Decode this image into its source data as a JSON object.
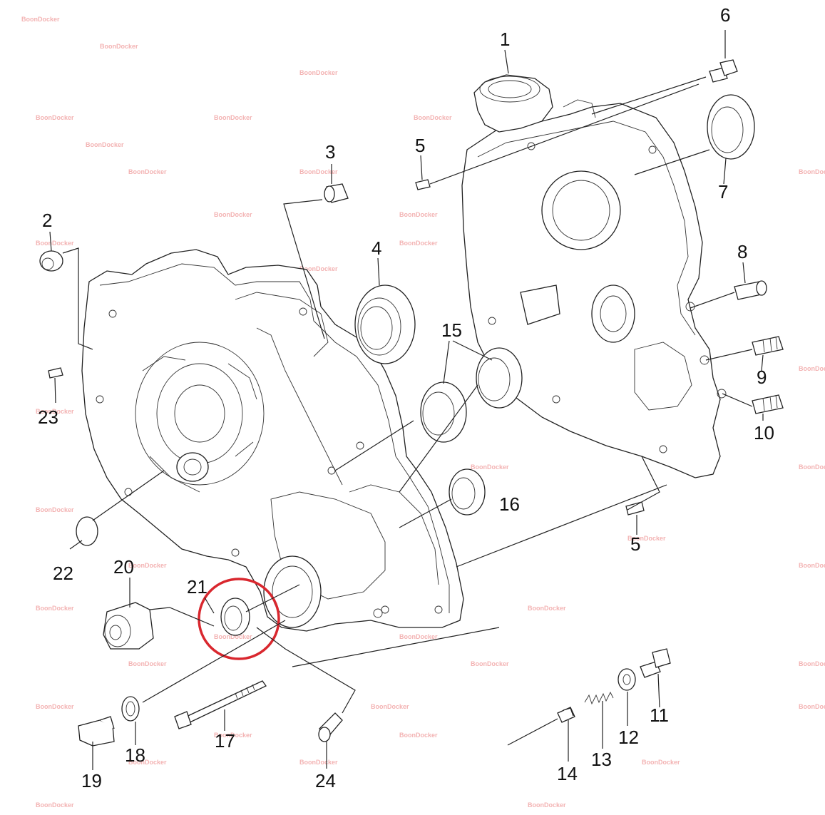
{
  "diagram": {
    "part_labels": {
      "p1": "1",
      "p2": "2",
      "p3": "3",
      "p4": "4",
      "p5a": "5",
      "p5b": "5",
      "p6": "6",
      "p7": "7",
      "p8": "8",
      "p9": "9",
      "p10": "10",
      "p11": "11",
      "p12": "12",
      "p13": "13",
      "p14": "14",
      "p15": "15",
      "p16": "16",
      "p17": "17",
      "p18": "18",
      "p19": "19",
      "p20": "20",
      "p21": "21",
      "p22": "22",
      "p23": "23",
      "p24": "24"
    },
    "watermark_text": "BoonDocker",
    "highlight_color": "#d9272e",
    "highlighted_part": "21"
  }
}
